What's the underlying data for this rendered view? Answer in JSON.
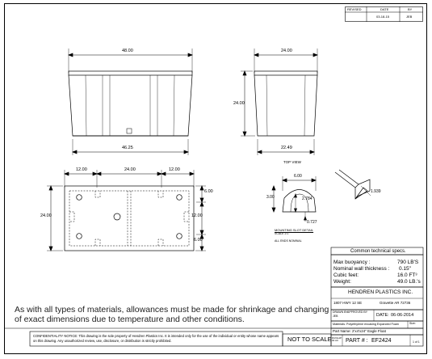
{
  "revision_block": {
    "headers": [
      "REVISED",
      "DATE",
      "BY"
    ],
    "row": [
      "",
      "03-18-15",
      "JEB"
    ]
  },
  "front_view": {
    "top_width": "48.00",
    "bottom_width": "46.25",
    "height": "24.00"
  },
  "side_view": {
    "top_width": "24.00",
    "bottom_width": "22.49"
  },
  "plan_view": {
    "seg_left": "12.00",
    "seg_mid": "24.00",
    "seg_right": "12.00",
    "height": "24.00",
    "dim_a": "6.00",
    "dim_b": "12.00",
    "dim_c": "6.00"
  },
  "top_view_label": "TOP VIEW",
  "slot_detail": {
    "width": "6.00",
    "height": "3.00",
    "inner": "2.784",
    "bottom": "0.727",
    "title": "MOUNTING SLOT DETAIL",
    "scale": "SCALE 2:1"
  },
  "iso_dim": "1.939",
  "all_ends_nominal": "ALL ENDS NOMINAL",
  "specs": {
    "title": "Common technical specs.",
    "rows": [
      {
        "label": "Max buoyancy :",
        "value": "790 LB'S"
      },
      {
        "label": "Nominal wall thickness :",
        "value": "0.15\""
      },
      {
        "label": "Cubic feet:",
        "value": "16.0 FT³"
      },
      {
        "label": "Weight:",
        "value": "49.0 LB.'s"
      }
    ]
  },
  "company": {
    "name": "HENDREN PLASTICS INC.",
    "address": "1807 HWY 12 SE",
    "city": "Gravette AR 72736"
  },
  "title_block": {
    "drawn_by_label": "DRAWN BY",
    "approved_by_label": "APPROVED BY",
    "drawn_by": "JEB",
    "date_label": "DATE:",
    "date": "06-06-2014",
    "materials": "Materials: Polyethylene encasing Expanded Foam",
    "size_label": "Size:",
    "part_name": "Part Name: 2'x4'x24\" Eagle Float",
    "part_number_label": "PART # :",
    "part_number": "EF2424",
    "not_to_scale": "NOT TO SCALE",
    "sheet": "1 of 1",
    "small_left": "DUNLAP 02 AC"
  },
  "note": "As with all types of materials, allowances must be made for shrinkage and changing of exact dimensions due to temperature and other conditions.",
  "confidentiality": "CONFIDENTIALITY NOTICE: This drawing is the sole property of Hendren Plastics Inc. It is intended only for the use of the individual or entity whose name appears on this drawing. Any unauthorized review, use, disclosure, or distribution is strictly prohibited."
}
